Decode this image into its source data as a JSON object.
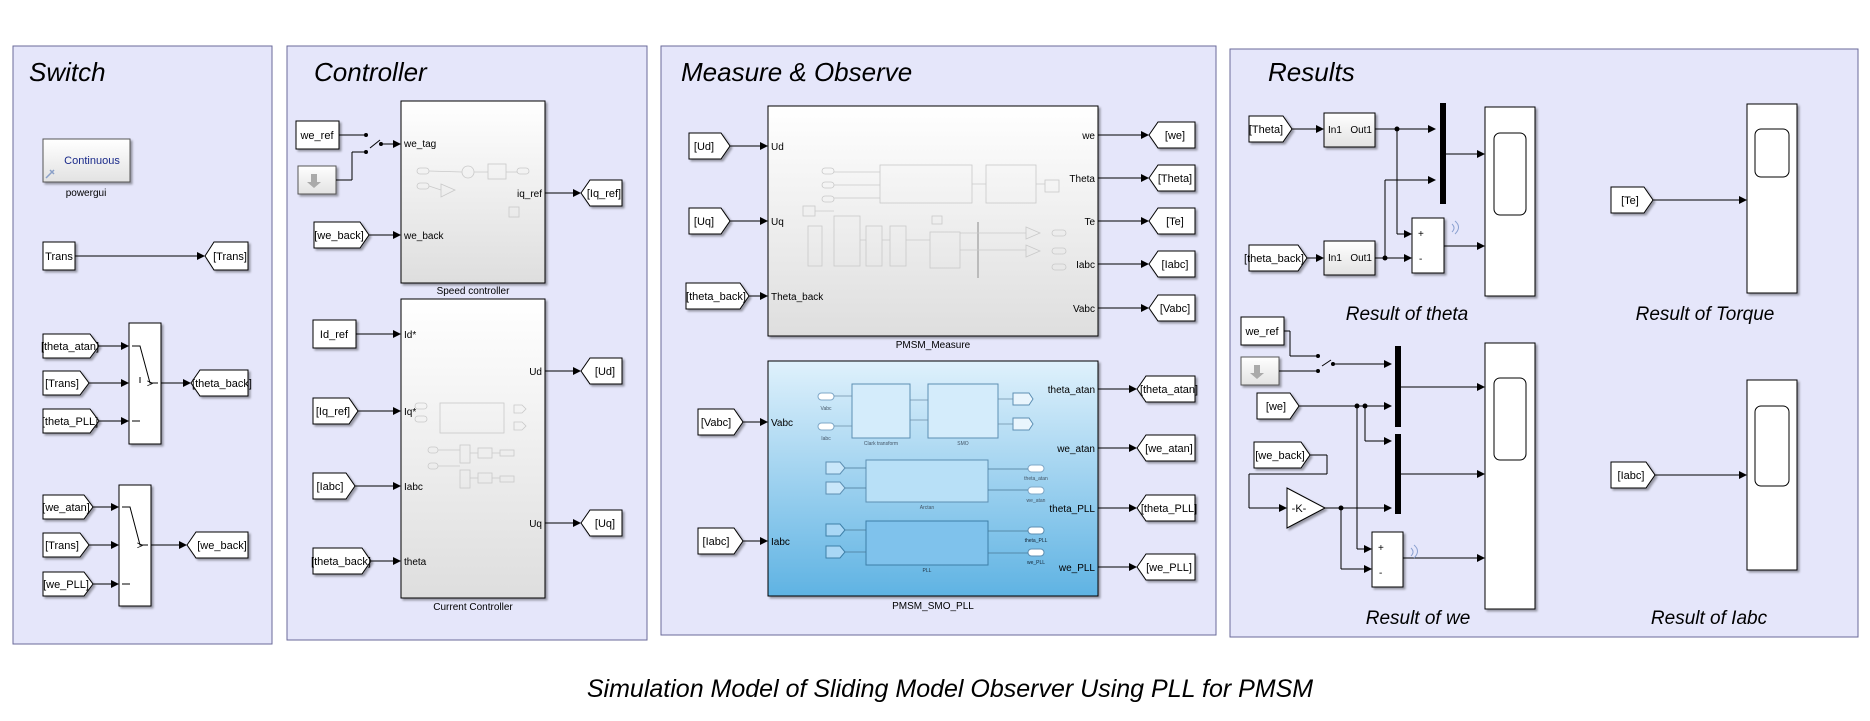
{
  "caption": "Simulation Model of Sliding Model Observer Using PLL for PMSM",
  "panels": {
    "switch": "Switch",
    "controller": "Controller",
    "measure": "Measure & Observe",
    "results": "Results"
  },
  "switch_area": {
    "powergui_text": "Continuous",
    "powergui_label": "powergui",
    "from_trans": "Trans",
    "goto_trans": "[Trans]",
    "theta_inputs": [
      "[theta_atan]",
      "[Trans]",
      "[theta_PLL]"
    ],
    "theta_out": "[theta_back]",
    "we_inputs": [
      "[we_atan]",
      "[Trans]",
      "[we_PLL]"
    ],
    "we_out": "[we_back]",
    "switch_symbol": ">"
  },
  "controller_area": {
    "speed_inputs": [
      "we_ref",
      "[we_back]"
    ],
    "speed_ports_in": [
      "we_tag",
      "we_back"
    ],
    "speed_port_out": "iq_ref",
    "speed_out_tag": "[Iq_ref]",
    "speed_block_name": "Speed controller",
    "current_inputs": [
      "Id_ref",
      "[Iq_ref]",
      "[Iabc]",
      "[theta_back]"
    ],
    "current_ports_in": [
      "Id*",
      "Iq*",
      "Iabc",
      "theta"
    ],
    "current_ports_out": [
      "Ud",
      "Uq"
    ],
    "current_out_tags": [
      "[Ud]",
      "[Uq]"
    ],
    "current_block_name": "Current Controller"
  },
  "measure_area": {
    "measure_inputs": [
      "[Ud]",
      "[Uq]",
      "[theta_back]"
    ],
    "measure_ports_in": [
      "Ud",
      "Uq",
      "Theta_back"
    ],
    "measure_ports_out": [
      "we",
      "Theta",
      "Te",
      "Iabc",
      "Vabc"
    ],
    "measure_out_tags": [
      "[we]",
      "[Theta]",
      "[Te]",
      "[Iabc]",
      "[Vabc]"
    ],
    "measure_block_name": "PMSM_Measure",
    "smo_inputs": [
      "[Vabc]",
      "[Iabc]"
    ],
    "smo_ports_in": [
      "Vabc",
      "Iabc"
    ],
    "smo_ports_out": [
      "theta_atan",
      "we_atan",
      "theta_PLL",
      "we_PLL"
    ],
    "smo_out_tags": [
      "[theta_atan]",
      "[we_atan]",
      "[theta_PLL]",
      "[we_PLL]"
    ],
    "smo_block_name": "PMSM_SMO_PLL",
    "smo_inner": {
      "in1": "Vabc",
      "in2": "Iabc",
      "clark": "Clark transform",
      "smo": "SMO",
      "arctan": "Arctan",
      "pll": "PLL",
      "o1": "theta_atan",
      "o2": "we_atan",
      "o3": "theta_PLL",
      "o4": "we_PLL"
    }
  },
  "results_area": {
    "theta_from": [
      "[Theta]",
      "[theta_back]"
    ],
    "conv_ports": [
      "In1",
      "Out1"
    ],
    "sum_signs": [
      "+",
      "-"
    ],
    "te_from": "[Te]",
    "we_from": [
      "we_ref",
      "[we]",
      "[we_back]"
    ],
    "gain": "-K-",
    "iabc_from": "[Iabc]",
    "labels": [
      "Result of theta",
      "Result of Torque",
      "Result of we",
      "Result of Iabc"
    ]
  }
}
